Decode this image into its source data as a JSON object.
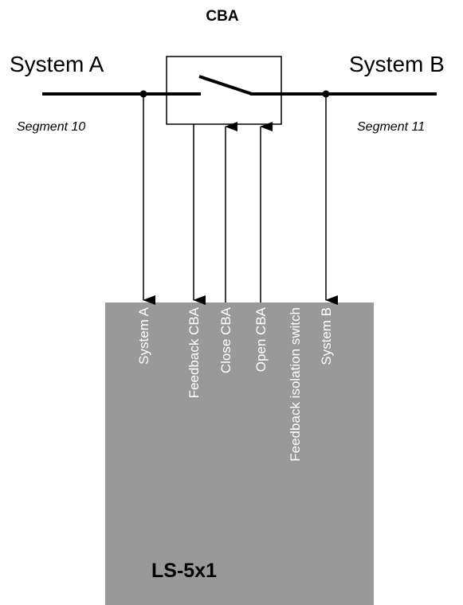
{
  "breaker": {
    "title": "CBA"
  },
  "systems": {
    "left": {
      "label": "System A",
      "segment": "Segment 10"
    },
    "right": {
      "label": "System B",
      "segment": "Segment 11"
    }
  },
  "device": {
    "name": "LS-5x1",
    "fill_color": "#999999",
    "signals": [
      "System A",
      "Feedback CBA",
      "Close CBA",
      "Open CBA",
      "Feedback isolation switch",
      "System B"
    ]
  }
}
